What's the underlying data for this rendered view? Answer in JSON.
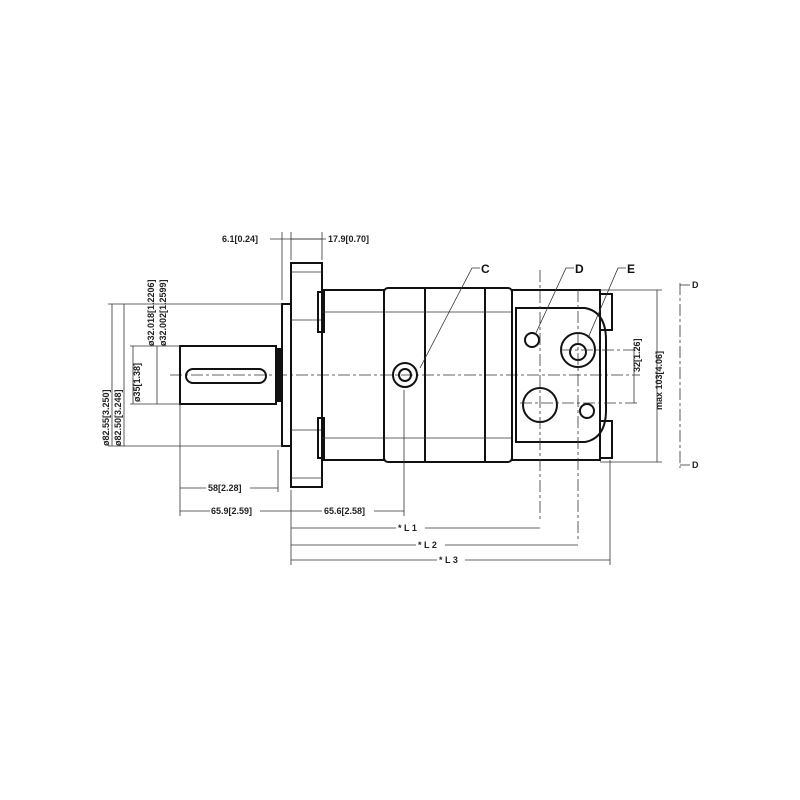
{
  "dimensions": {
    "top_left": "6.1[0.24]",
    "top_right": "17.9[0.70]",
    "dia_82_55": "ø82.55[3.250]",
    "dia_82_50": "ø82.50[3.248]",
    "dia_35": "ø35[1.38]",
    "dia_32_018": "ø32.018[1.2206]",
    "dia_32_002": "ø32.002[1.2599]",
    "shaft_58": "58[2.28]",
    "shaft_65_9": "65.9[2.59]",
    "body_65_6": "65.6[2.58]",
    "L1": "* L 1",
    "L2": "* L 2",
    "L3": "* L 3",
    "port_spacing": "32[1.26]",
    "max_height": "max  103[4.06]"
  },
  "callouts": {
    "C": "C",
    "D": "D",
    "E": "E"
  },
  "section_marks": {
    "top": "D",
    "bottom": "D"
  }
}
